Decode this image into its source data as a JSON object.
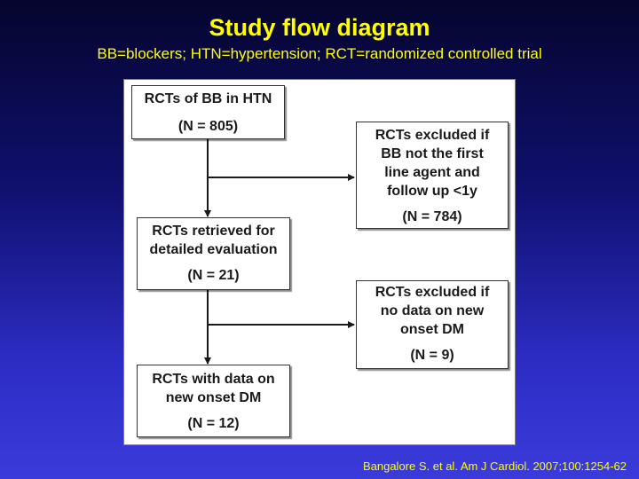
{
  "header": {
    "title": "Study flow diagram",
    "subtitle": "BB=blockers; HTN=hypertension; RCT=randomized controlled trial"
  },
  "flow": {
    "rcts_bb": {
      "text": "RCTs of BB in HTN",
      "count": "(N = 805)"
    },
    "excluded_first_line": {
      "text": "RCTs excluded if\nBB not the first\nline agent and\nfollow up <1y",
      "count": "(N = 784)"
    },
    "retrieved": {
      "text": "RCTs retrieved for\ndetailed evaluation",
      "count": "(N = 21)"
    },
    "excluded_no_data": {
      "text": "RCTs excluded if\nno data on new\nonset DM",
      "count": "(N = 9)"
    },
    "with_data": {
      "text": "RCTs with data on\nnew onset DM",
      "count": "(N = 12)"
    }
  },
  "citation": "Bangalore S. et al. Am J Cardiol. 2007;100:1254-62",
  "colors": {
    "title": "#ffff00",
    "background_top": "#05052e",
    "background_bottom": "#3b3bdb",
    "panel": "#ffffff"
  }
}
